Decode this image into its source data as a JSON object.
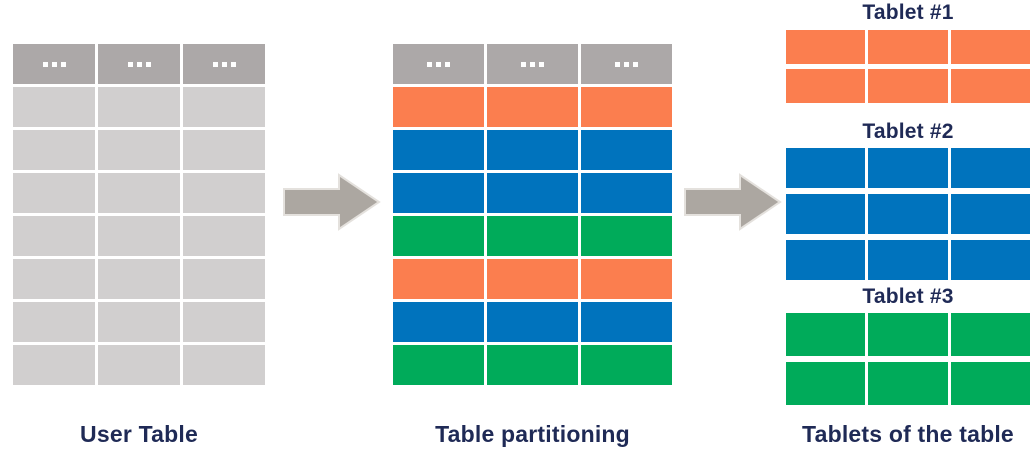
{
  "colors": {
    "header": "#ACA8A8",
    "row": "#D1CFCF",
    "orange": "#FB7E4F",
    "blue": "#0073BD",
    "green": "#00AB5A",
    "label": "#1F2A56",
    "arrow": "#ACA7A1",
    "arrow_edge": "#E4E1DD"
  },
  "user_table": {
    "label": "User Table",
    "columns": 3,
    "header_dots": "...",
    "rows": [
      "row",
      "row",
      "row",
      "row",
      "row",
      "row",
      "row"
    ]
  },
  "partitioning": {
    "label": "Table partitioning",
    "columns": 3,
    "header_dots": "...",
    "rows": [
      "orange",
      "blue",
      "blue",
      "green",
      "orange",
      "blue",
      "green"
    ]
  },
  "tablets": {
    "label": "Tablets of the table",
    "items": [
      {
        "title": "Tablet #1",
        "color": "orange",
        "rows": 2,
        "columns": 3
      },
      {
        "title": "Tablet #2",
        "color": "blue",
        "rows": 3,
        "columns": 3
      },
      {
        "title": "Tablet #3",
        "color": "green",
        "rows": 2,
        "columns": 3
      }
    ]
  }
}
